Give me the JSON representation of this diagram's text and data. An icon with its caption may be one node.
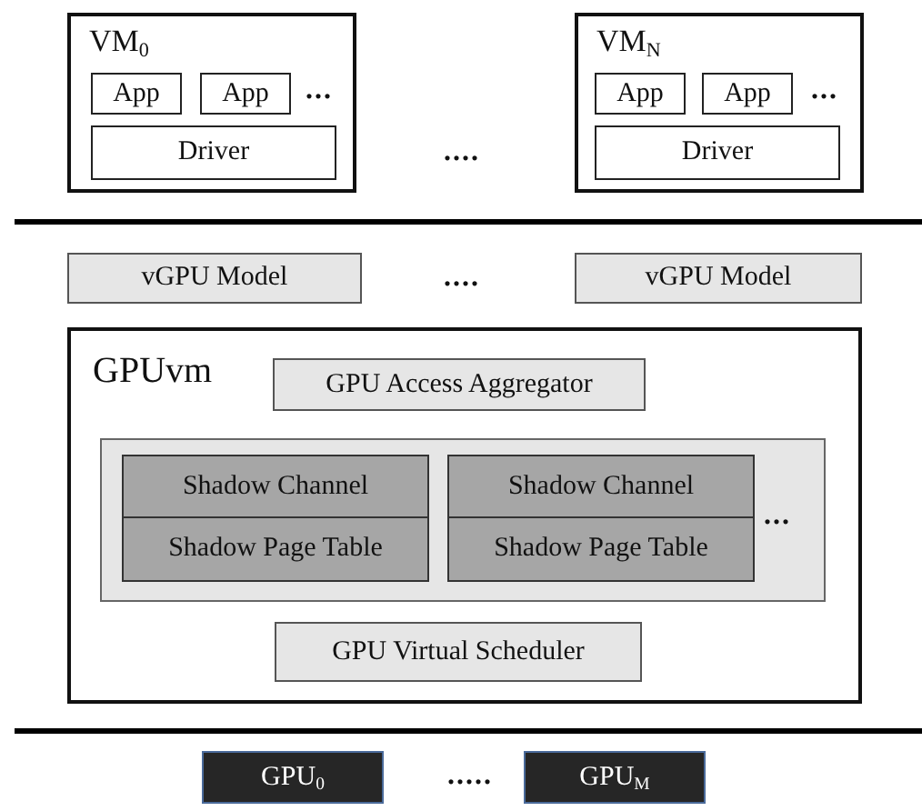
{
  "diagram": {
    "nodes": [
      {
        "text": [
          "VM$_{0}$"
        ]
      },
      {
        "text": [
          "App"
        ],
        "in": 0
      },
      {
        "text": [
          "App"
        ],
        "in": 0
      },
      {
        "text": [
          "Driver"
        ],
        "in": 0
      },
      {
        "text": [
          "VM$_{N}$"
        ]
      },
      {
        "text": [
          "App"
        ],
        "in": 4
      },
      {
        "text": [
          "App"
        ],
        "in": 4
      },
      {
        "text": [
          "Driver"
        ],
        "in": 4
      },
      {
        "text": [
          "vGPU Model"
        ]
      },
      {
        "text": [
          "vGPU Model"
        ]
      },
      {
        "text": [
          "GPUvm"
        ]
      },
      {
        "text": [
          "GPU Access Aggregator"
        ],
        "in": 10
      },
      {
        "text": [],
        "shape": "box",
        "in": 10
      },
      {
        "text": [
          "Shadow Channel"
        ],
        "in": 12
      },
      {
        "text": [
          "Shadow Page Table"
        ],
        "in": 12
      },
      {
        "text": [
          "Shadow Channel"
        ],
        "in": 12
      },
      {
        "text": [
          "Shadow Page Table"
        ],
        "in": 12
      },
      {
        "text": [
          "GPU Virtual Scheduler"
        ],
        "in": 10
      },
      {
        "text": [
          "GPU$_{0}$"
        ]
      },
      {
        "text": [
          "GPU$_{M}$"
        ]
      }
    ],
    "labels": [
      "...",
      "....",
      "...",
      "....",
      "...",
      "....."
    ]
  }
}
